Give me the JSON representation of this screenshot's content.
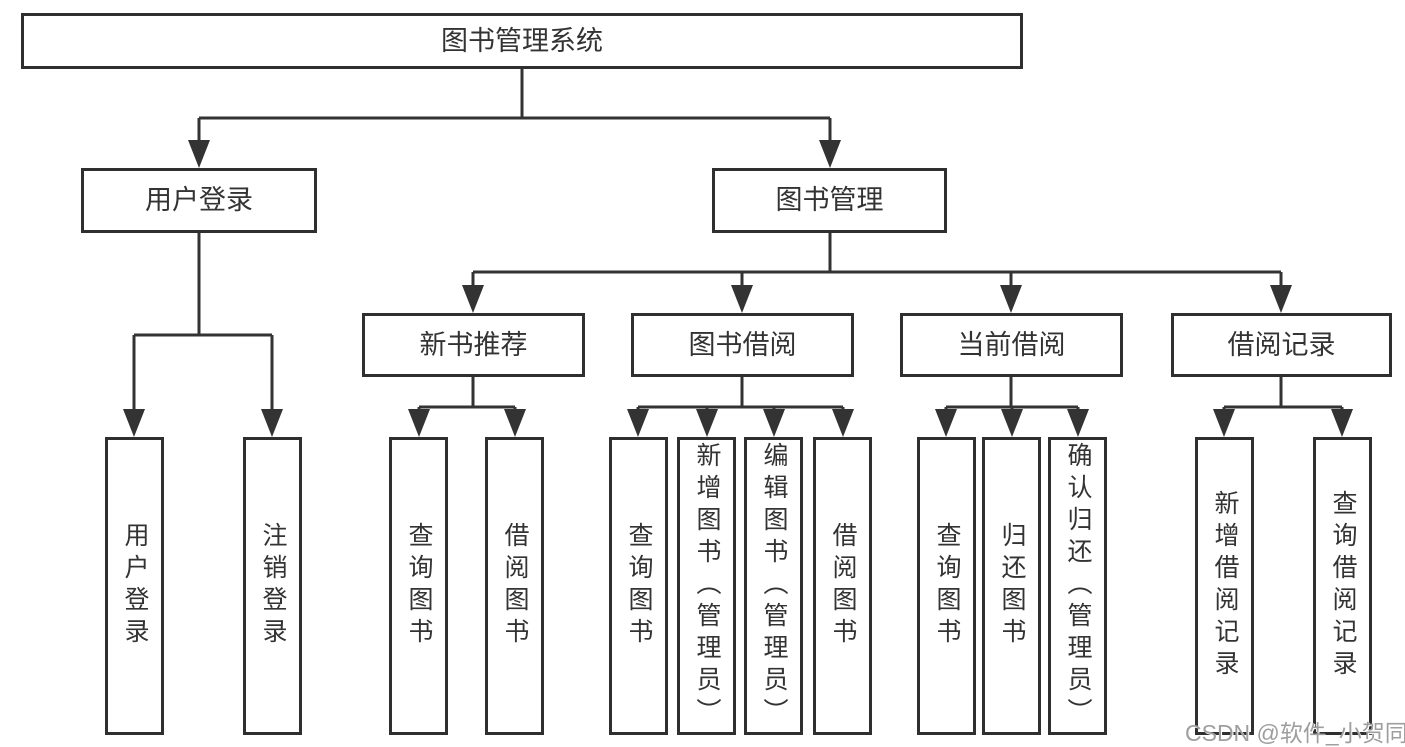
{
  "tree": {
    "root": {
      "label": "图书管理系统"
    },
    "branches": [
      {
        "label": "用户登录",
        "leaves": [
          {
            "label": "用户登录"
          },
          {
            "label": "注销登录"
          }
        ]
      },
      {
        "label": "图书管理",
        "sections": [
          {
            "label": "新书推荐",
            "leaves": [
              {
                "label": "查询图书"
              },
              {
                "label": "借阅图书"
              }
            ]
          },
          {
            "label": "图书借阅",
            "leaves": [
              {
                "label": "查询图书"
              },
              {
                "label": "新增图书（管理员）"
              },
              {
                "label": "编辑图书（管理员）"
              },
              {
                "label": "借阅图书"
              }
            ]
          },
          {
            "label": "当前借阅",
            "leaves": [
              {
                "label": "查询图书"
              },
              {
                "label": "归还图书"
              },
              {
                "label": "确认归还（管理员）"
              }
            ]
          },
          {
            "label": "借阅记录",
            "leaves": [
              {
                "label": "新增借阅记录"
              },
              {
                "label": "查询借阅记录"
              }
            ]
          }
        ]
      }
    ]
  },
  "watermark": {
    "text": "CSDN @软件_小贺同学"
  },
  "colors": {
    "line": "#333333",
    "box_border": "#2f2f2f",
    "text": "#333333",
    "background": "#ffffff",
    "watermark": "#9e9e9e"
  }
}
